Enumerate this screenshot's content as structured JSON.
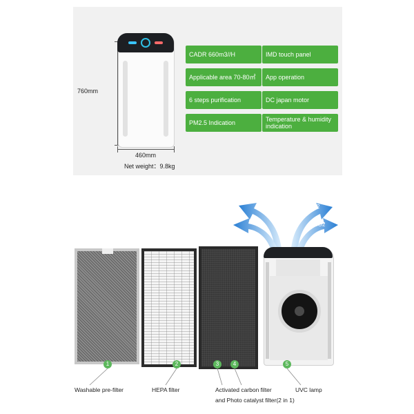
{
  "spec_panel": {
    "height_label": "760mm",
    "width_label": "460mm",
    "net_weight": "Net weight：9.8kg",
    "features_left": [
      "CADR 660m3//H",
      "Applicable area 70-80㎡",
      "6 steps purification",
      "PM2.5 Indication"
    ],
    "features_right": [
      "IMD touch panel",
      "App operation",
      "DC japan motor",
      "Temperature & humidity indication"
    ]
  },
  "filters": {
    "arrows": [
      "CO2",
      "CO2"
    ],
    "steps": [
      {
        "number": "1",
        "label": "Washable pre-filter"
      },
      {
        "number": "2",
        "label": "HEPA filter"
      },
      {
        "number": "3",
        "label": "Activated carbon filter"
      },
      {
        "number": "4",
        "label": "and Photo catalyst filter(2 in 1)"
      },
      {
        "number": "5",
        "label": "UVC lamp"
      }
    ]
  },
  "colors": {
    "feature_green": "#4caf3f",
    "step_green": "#5cb85c",
    "panel_bg": "#f1f1f1",
    "arrow_blue": "#2a7fd4"
  }
}
